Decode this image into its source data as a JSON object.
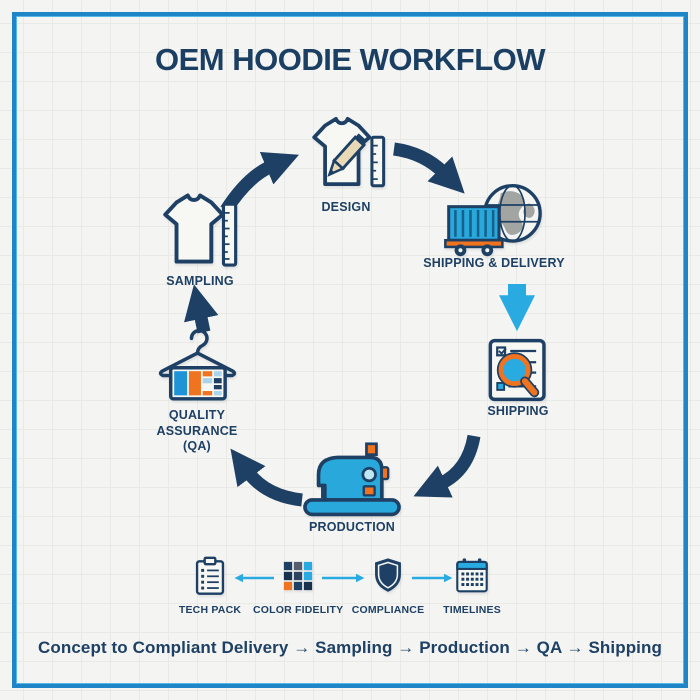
{
  "title": "OEM HOODIE WORKFLOW",
  "cycle": {
    "nodes": [
      {
        "label": "DESIGN",
        "icon": "tshirt-design-icon"
      },
      {
        "label": "SHIPPING & DELIVERY",
        "icon": "truck-globe-icon"
      },
      {
        "label": "SHIPPING",
        "icon": "inspection-document-icon"
      },
      {
        "label": "PRODUCTION",
        "icon": "sewing-machine-icon"
      },
      {
        "label": "QUALITY ASSURANCE (QA)",
        "icon": "hanger-swatches-icon"
      },
      {
        "label": "SAMPLING",
        "icon": "tshirt-ruler-icon"
      }
    ]
  },
  "foundations": {
    "items": [
      {
        "label": "TECH PACK",
        "icon": "clipboard-icon"
      },
      {
        "label": "COLOR FIDELITY",
        "icon": "color-swatch-grid-icon"
      },
      {
        "label": "COMPLIANCE",
        "icon": "shield-icon"
      },
      {
        "label": "TIMELINES",
        "icon": "calendar-icon"
      }
    ]
  },
  "caption": "Concept to Compliant Delivery → Sampling → Production → QA → Shipping",
  "colors": {
    "navy": "#1d4064",
    "cyan": "#29abe2",
    "orange": "#f0731f",
    "frame_blue": "#1e86c6",
    "background": "#f4f4f2"
  }
}
